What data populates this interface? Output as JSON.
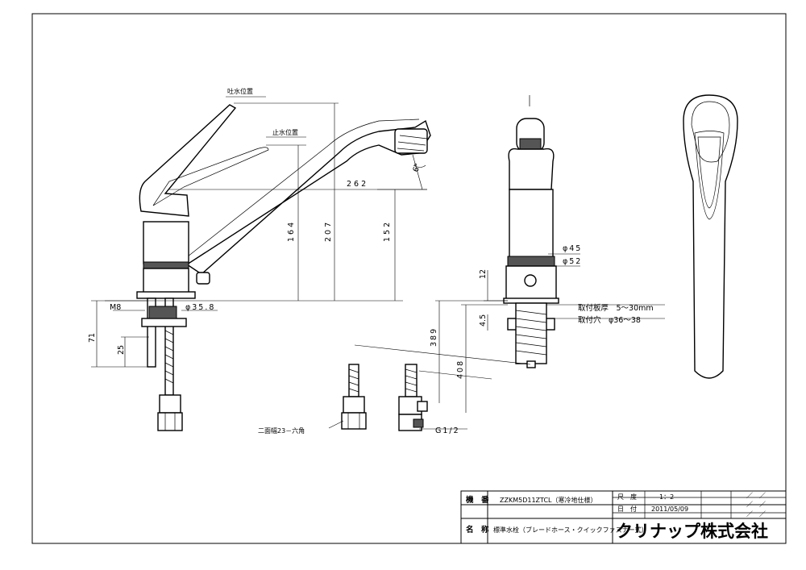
{
  "labels": {
    "spout_position": "吐水位置",
    "stop_position": "止水位置",
    "angle": "6°",
    "dim_262": "262",
    "dim_164": "164",
    "dim_207": "207",
    "dim_152": "152",
    "m8": "M8",
    "phi_35_8": "φ35.8",
    "dim_71": "71",
    "dim_25": "25",
    "phi_45": "φ45",
    "phi_52": "φ52",
    "dim_12": "12",
    "dim_4_5": "4.5",
    "dim_389": "389",
    "dim_408": "408",
    "mount_thickness": "取付板厚　5～30mm",
    "mount_hole": "取付穴　φ36～38",
    "hex_width": "二面幅23－六角",
    "g_half": "G1/2"
  },
  "title_block": {
    "model_key": "機　番",
    "model_value": "ZZKM5D11ZTCL（寒冷地仕様）",
    "scale_key": "尺　度",
    "scale_value": "1：2",
    "date_key": "日　付",
    "date_value": "2011/05/09",
    "name_key": "名　称",
    "name_value": "標準水栓（ブレードホース・クイックファスナー式）",
    "company": "クリナップ株式会社",
    "rev1": "／　／",
    "rev2": "／　／",
    "rev3": "／　／"
  }
}
